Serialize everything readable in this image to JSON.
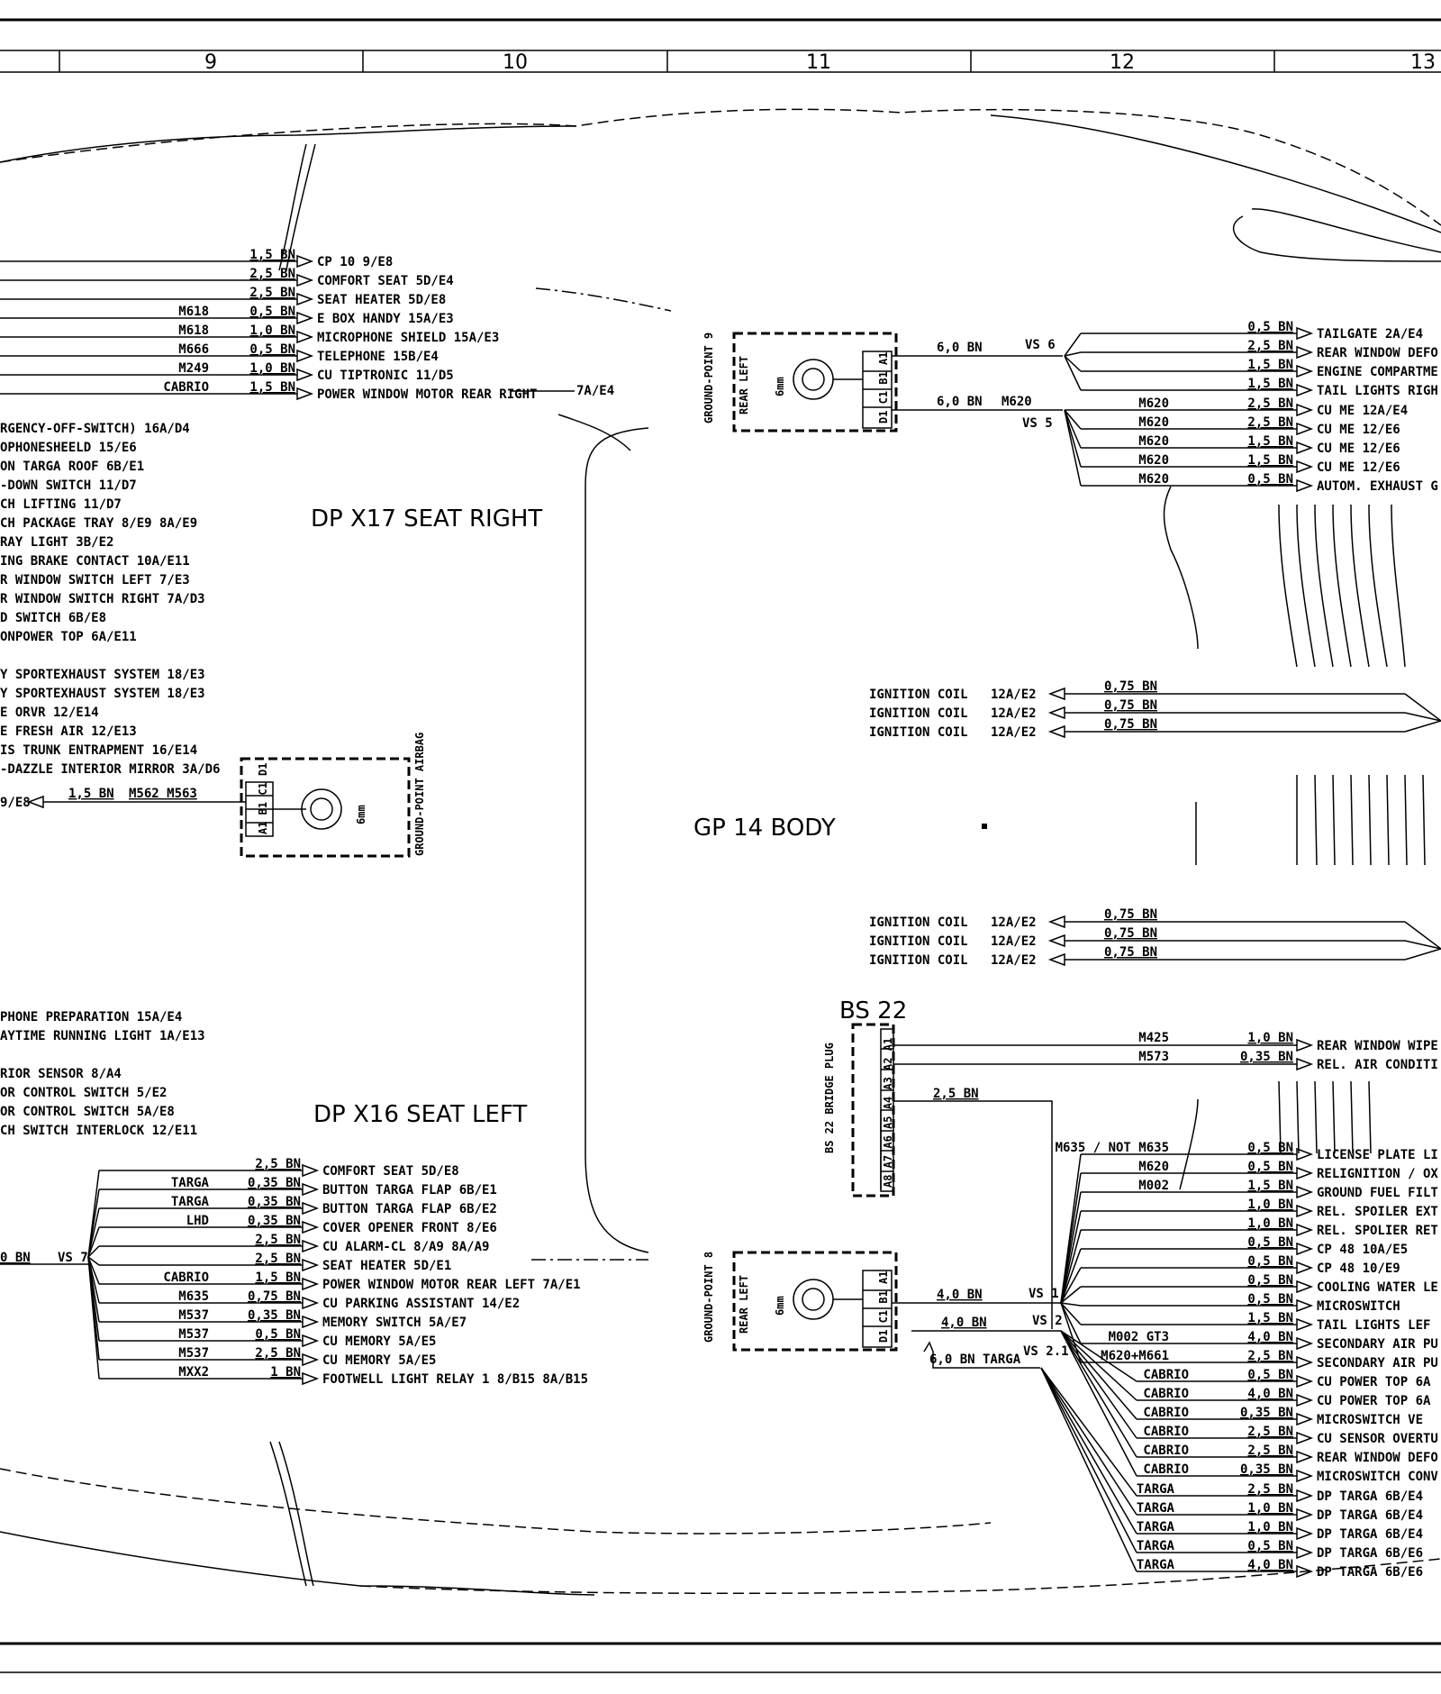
{
  "columns": [
    "9",
    "10",
    "11",
    "12",
    "13"
  ],
  "titles": {
    "seat_right": "DP X17 SEAT RIGHT",
    "seat_left": "DP X16 SEAT LEFT",
    "body": "GP 14 BODY",
    "bs22": "BS 22"
  },
  "ground_points": {
    "gp9": {
      "label": "GROUND-POINT 9",
      "side": "REAR LEFT",
      "size": "6mm",
      "pins": [
        "A1",
        "B1",
        "C1",
        "D1"
      ]
    },
    "gp8": {
      "label": "GROUND-POINT 8",
      "side": "REAR LEFT",
      "size": "6mm",
      "pins": [
        "A1",
        "B1",
        "C1",
        "D1"
      ]
    },
    "airbag": {
      "label": "GROUND-POINT AIRBAG",
      "size": "6mm",
      "pins": [
        "A1",
        "B1",
        "C1",
        "D1"
      ]
    },
    "bs22": {
      "label": "BS 22 BRIDGE PLUG",
      "pins": [
        "A1",
        "A2",
        "A3",
        "A4",
        "A5",
        "A6",
        "A7",
        "A8"
      ]
    }
  },
  "seat_right_wires": [
    {
      "code": "",
      "size": "1,5 BN",
      "target": "CP 10   9/E8"
    },
    {
      "code": "",
      "size": "2,5 BN",
      "target": "COMFORT SEAT   5D/E4"
    },
    {
      "code": "",
      "size": "2,5 BN",
      "target": "SEAT HEATER   5D/E8"
    },
    {
      "code": "M618",
      "size": "0,5 BN",
      "target": "E BOX HANDY   15A/E3"
    },
    {
      "code": "M618",
      "size": "1,0 BN",
      "target": "MICROPHONE SHIELD   15A/E3"
    },
    {
      "code": "M666",
      "size": "0,5 BN",
      "target": "TELEPHONE  15B/E4"
    },
    {
      "code": "M249",
      "size": "1,0 BN",
      "target": "CU TIPTRONIC   11/D5"
    },
    {
      "code": "CABRIO",
      "size": "1,5 BN",
      "target": "POWER WINDOW MOTOR REAR RIGHT"
    }
  ],
  "seat_right_extra_ref": "7A/E4",
  "left_list_top": [
    "RGENCY-OFF-SWITCH)   16A/D4",
    "OPHONESHEELD    15/E6",
    "ON TARGA ROOF   6B/E1",
    "-DOWN SWITCH     11/D7",
    "CH LIFTING       11/D7",
    "CH PACKAGE TRAY    8/E9 8A/E9",
    "RAY LIGHT    3B/E2",
    "ING BRAKE CONTACT  10A/E11",
    "R WINDOW SWITCH    LEFT  7/E3",
    "R WINDOW SWITCH RIGHT   7A/D3",
    "D SWITCH   6B/E8",
    "ONPOWER TOP  6A/E11"
  ],
  "left_list_mid": [
    "Y  SPORTEXHAUST  SYSTEM  18/E3",
    "Y  SPORTEXHAUST  SYSTEM  18/E3",
    "E ORVR    12/E14",
    "E FRESH AIR      12/E13",
    "IS TRUNK ENTRAPMENT    16/E14",
    "-DAZZLE INTERIOR MIRROR 3A/D6"
  ],
  "airbag_wire": {
    "ref": "9/E8",
    "size": "1,5 BN",
    "codes": "M562 M563"
  },
  "left_list_bottom": [
    "PHONE PREPARATION 15A/E4",
    "AYTIME RUNNING LIGHT   1A/E13",
    "RIOR SENSOR    8/A4",
    "OR  CONTROL SWITCH      5/E2",
    "OR  CONTROL SWITCH      5A/E8",
    "CH SWITCH INTERLOCK  12/E11"
  ],
  "seat_left_wires": [
    {
      "code": "",
      "size": "2,5 BN",
      "target": "COMFORT SEAT     5D/E8"
    },
    {
      "code": "TARGA",
      "size": "0,35 BN",
      "target": "BUTTON TARGA FLAP     6B/E1"
    },
    {
      "code": "TARGA",
      "size": "0,35 BN",
      "target": "BUTTON TARGA FLAP     6B/E2"
    },
    {
      "code": "LHD",
      "size": "0,35 BN",
      "target": "COVER OPENER FRONT     8/E6"
    },
    {
      "code": "",
      "size": "2,5 BN",
      "target": "CU ALARM-CL   8/A9 8A/A9"
    },
    {
      "code": "",
      "size": "2,5 BN",
      "target": "SEAT HEATER   5D/E1"
    },
    {
      "code": "CABRIO",
      "size": "1,5 BN",
      "target": "POWER WINDOW MOTOR REAR LEFT   7A/E1"
    },
    {
      "code": "M635",
      "size": "0,75 BN",
      "target": "CU PARKING ASSISTANT  14/E2"
    },
    {
      "code": "M537",
      "size": "0,35 BN",
      "target": "MEMORY SWITCH     5A/E7"
    },
    {
      "code": "M537",
      "size": "0,5 BN",
      "target": "CU MEMORY    5A/E5"
    },
    {
      "code": "M537",
      "size": "2,5 BN",
      "target": "CU MEMORY    5A/E5"
    },
    {
      "code": "MXX2",
      "size": "1 BN",
      "target": "FOOTWELL LIGHT RELAY 1    8/B15 8A/B15"
    }
  ],
  "vs7": {
    "label": "VS 7",
    "size": "0 BN"
  },
  "gp9_main": [
    {
      "size": "6,0 BN",
      "code": "",
      "splice": "VS 6"
    },
    {
      "size": "6,0 BN",
      "code": "M620",
      "splice": "VS 5"
    }
  ],
  "vs6_wires": [
    {
      "code": "",
      "size": "0,5 BN",
      "target": "TAILGATE   2A/E4"
    },
    {
      "code": "",
      "size": "2,5 BN",
      "target": "REAR WINDOW DEFO"
    },
    {
      "code": "",
      "size": "1,5 BN",
      "target": "ENGINE COMPARTME"
    },
    {
      "code": "",
      "size": "1,5 BN",
      "target": "TAIL LIGHTS RIGH"
    }
  ],
  "vs5_wires": [
    {
      "code": "M620",
      "size": "2,5 BN",
      "target": "CU ME   12A/E4"
    },
    {
      "code": "M620",
      "size": "2,5 BN",
      "target": "CU ME   12/E6"
    },
    {
      "code": "M620",
      "size": "1,5 BN",
      "target": "CU ME   12/E6"
    },
    {
      "code": "M620",
      "size": "1,5 BN",
      "target": "CU ME   12/E6"
    },
    {
      "code": "M620",
      "size": "0,5 BN",
      "target": "AUTOM. EXHAUST G"
    }
  ],
  "ignition_upper": [
    {
      "name": "IGNITION COIL",
      "ref": "12A/E2",
      "size": "0,75 BN"
    },
    {
      "name": "IGNITION COIL",
      "ref": "12A/E2",
      "size": "0,75 BN"
    },
    {
      "name": "IGNITION COIL",
      "ref": "12A/E2",
      "size": "0,75 BN"
    }
  ],
  "ignition_lower": [
    {
      "name": "IGNITION COIL",
      "ref": "12A/E2",
      "size": "0,75 BN"
    },
    {
      "name": "IGNITION COIL",
      "ref": "12A/E2",
      "size": "0,75 BN"
    },
    {
      "name": "IGNITION COIL",
      "ref": "12A/E2",
      "size": "0,75 BN"
    }
  ],
  "bs22_wires": [
    {
      "code": "M425",
      "size": "1,0 BN",
      "target": "REAR WINDOW WIPE"
    },
    {
      "code": "M573",
      "size": "0,35 BN",
      "target": "REL. AIR CONDITI"
    }
  ],
  "bs22_trunk": "2,5 BN",
  "gp8_main": [
    {
      "size": "4,0 BN",
      "splice": "VS 1"
    },
    {
      "size": "4,0 BN",
      "splice": "VS 2"
    },
    {
      "size": "6,0 BN TARGA",
      "splice": "VS 2.1"
    }
  ],
  "vs1_wires": [
    {
      "code": "M635 / NOT  M635",
      "size": "0,5 BN",
      "target": "LICENSE PLATE LI"
    },
    {
      "code": "M620",
      "size": "0,5 BN",
      "target": "RELIGNITION / OX"
    },
    {
      "code": "M002",
      "size": "1,5 BN",
      "target": "GROUND FUEL FILT"
    },
    {
      "code": "",
      "size": "1,0 BN",
      "target": "REL. SPOILER EXT"
    },
    {
      "code": "",
      "size": "1,0 BN",
      "target": "REL. SPOLIER RET"
    },
    {
      "code": "",
      "size": "0,5 BN",
      "target": "CP 48   10A/E5"
    },
    {
      "code": "",
      "size": "0,5 BN",
      "target": "CP 48    10/E9"
    },
    {
      "code": "",
      "size": "0,5 BN",
      "target": "COOLING WATER LE"
    },
    {
      "code": "",
      "size": "0,5 BN",
      "target": "MICROSWITCH"
    },
    {
      "code": "",
      "size": "1,5 BN",
      "target": "TAIL LIGHTS  LEF"
    },
    {
      "code": "M002 GT3",
      "size": "4,0 BN",
      "target": "SECONDARY AIR PU"
    },
    {
      "code": "M620+M661",
      "size": "2,5 BN",
      "target": "SECONDARY AIR PU"
    }
  ],
  "vs2_wires": [
    {
      "code": "CABRIO",
      "size": "0,5 BN",
      "target": "CU POWER TOP  6A"
    },
    {
      "code": "CABRIO",
      "size": "4,0 BN",
      "target": "CU POWER TOP  6A"
    },
    {
      "code": "CABRIO",
      "size": "0,35 BN",
      "target": "MICROSWITCH   VE"
    },
    {
      "code": "CABRIO",
      "size": "2,5 BN",
      "target": "CU SENSOR OVERTU"
    },
    {
      "code": "CABRIO",
      "size": "2,5 BN",
      "target": "REAR WINDOW DEFO"
    },
    {
      "code": "CABRIO",
      "size": "0,35 BN",
      "target": "MICROSWITCH CONV"
    }
  ],
  "vs21_wires": [
    {
      "code": "TARGA",
      "size": "2,5 BN",
      "target": "DP TARGA   6B/E4"
    },
    {
      "code": "TARGA",
      "size": "1,0 BN",
      "target": "DP TARGA   6B/E4"
    },
    {
      "code": "TARGA",
      "size": "1,0 BN",
      "target": "DP TARGA   6B/E4"
    },
    {
      "code": "TARGA",
      "size": "0,5 BN",
      "target": "DP TARGA   6B/E6"
    },
    {
      "code": "TARGA",
      "size": "4,0 BN",
      "target": "DP TARGA   6B/E6"
    }
  ]
}
